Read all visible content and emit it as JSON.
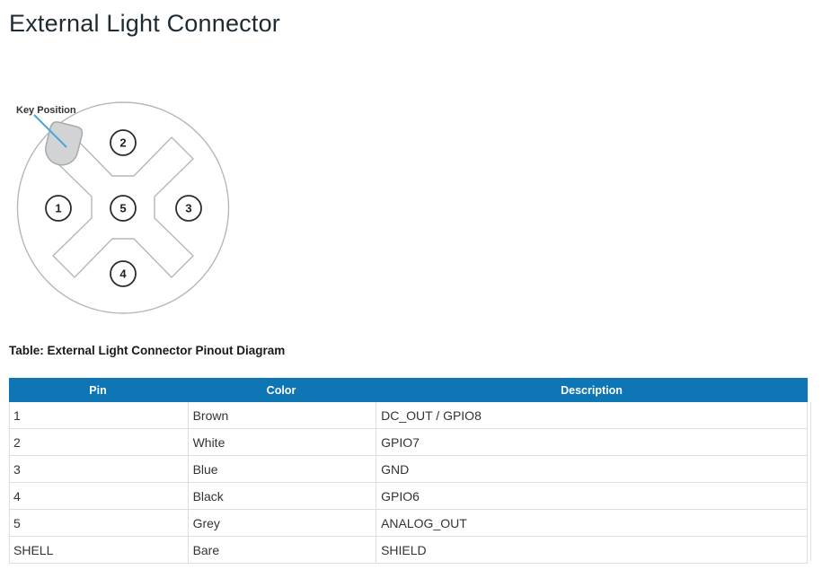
{
  "page": {
    "title": "External Light Connector"
  },
  "diagram": {
    "key_label": "Key Position",
    "pins": [
      {
        "label": "1"
      },
      {
        "label": "2"
      },
      {
        "label": "3"
      },
      {
        "label": "4"
      },
      {
        "label": "5"
      }
    ]
  },
  "table": {
    "caption": "Table: External Light Connector Pinout Diagram",
    "columns": [
      "Pin",
      "Color",
      "Description"
    ],
    "rows": [
      [
        "1",
        "Brown",
        "DC_OUT / GPIO8"
      ],
      [
        "2",
        "White",
        "GPIO7"
      ],
      [
        "3",
        "Blue",
        "GND"
      ],
      [
        "4",
        "Black",
        "GPIO6"
      ],
      [
        "5",
        "Grey",
        "ANALOG_OUT"
      ],
      [
        "SHELL",
        "Bare",
        "SHIELD"
      ]
    ]
  },
  "colors": {
    "header_bg": "#0e76b4",
    "header_text": "#ffffff",
    "outline_gray": "#b4b7b9",
    "pin_stroke": "#2b2b2b",
    "key_fill": "#d2d3d4",
    "key_stroke": "#a6aaad",
    "leader_line": "#4aa7d9"
  }
}
